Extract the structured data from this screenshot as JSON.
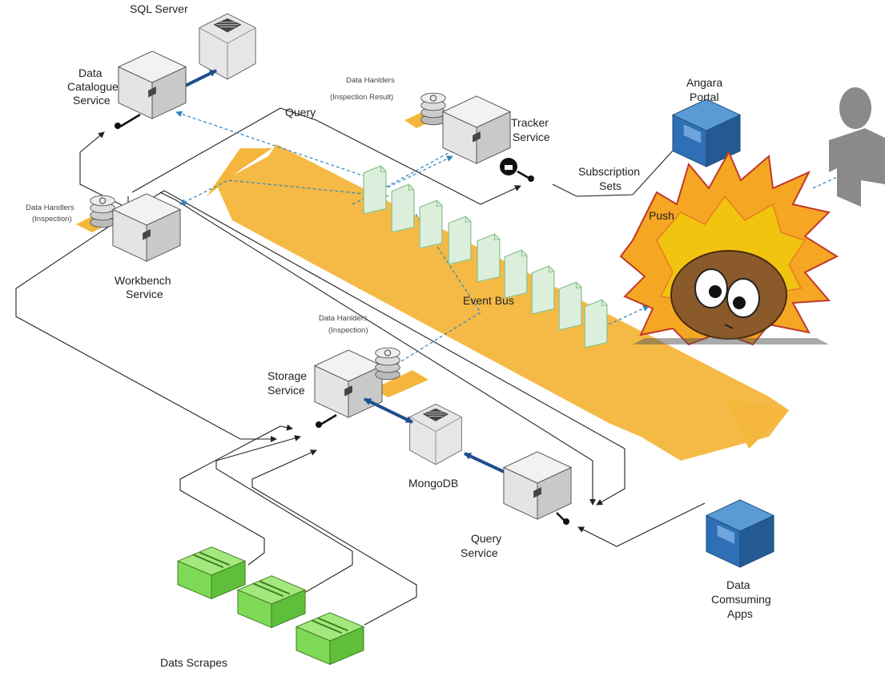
{
  "labels": {
    "sql_server": "SQL Server",
    "data_catalogue_1": "Data",
    "data_catalogue_2": "Catalogue",
    "data_catalogue_3": "Service",
    "query": "Query",
    "handlers_result_1": "Data Hanlders",
    "handlers_result_2": "(Inspection Result)",
    "tracker_1": "Tracker",
    "tracker_2": "Service",
    "angara_1": "Angara",
    "angara_2": "Portal",
    "subscription_1": "Subscription",
    "subscription_2": "Sets",
    "push": "Push",
    "handlers_workbench_1": "Data Handlers",
    "handlers_workbench_2": "(Inspection)",
    "workbench_1": "Workbench",
    "workbench_2": "Service",
    "event_bus": "Event Bus",
    "handlers_storage_1": "Data Hanlders",
    "handlers_storage_2": "(Inspection)",
    "storage_1": "Storage",
    "storage_2": "Service",
    "mongodb": "MongoDB",
    "query_service_1": "Query",
    "query_service_2": "Service",
    "consuming_1": "Data",
    "consuming_2": "Comsuming",
    "consuming_3": "Apps",
    "scrapes": "Dats Scrapes"
  },
  "colors": {
    "event_bus": "#f4b63b",
    "portal_box": "#3a78c2",
    "scrape_box": "#7ed957",
    "link_arrow": "#1f4e8c",
    "dashed_flow": "#2e86c1",
    "document": "#dcefdc"
  },
  "icons": [
    "server-icon",
    "database-icon",
    "user-icon",
    "explosion-icon",
    "key-icon"
  ]
}
